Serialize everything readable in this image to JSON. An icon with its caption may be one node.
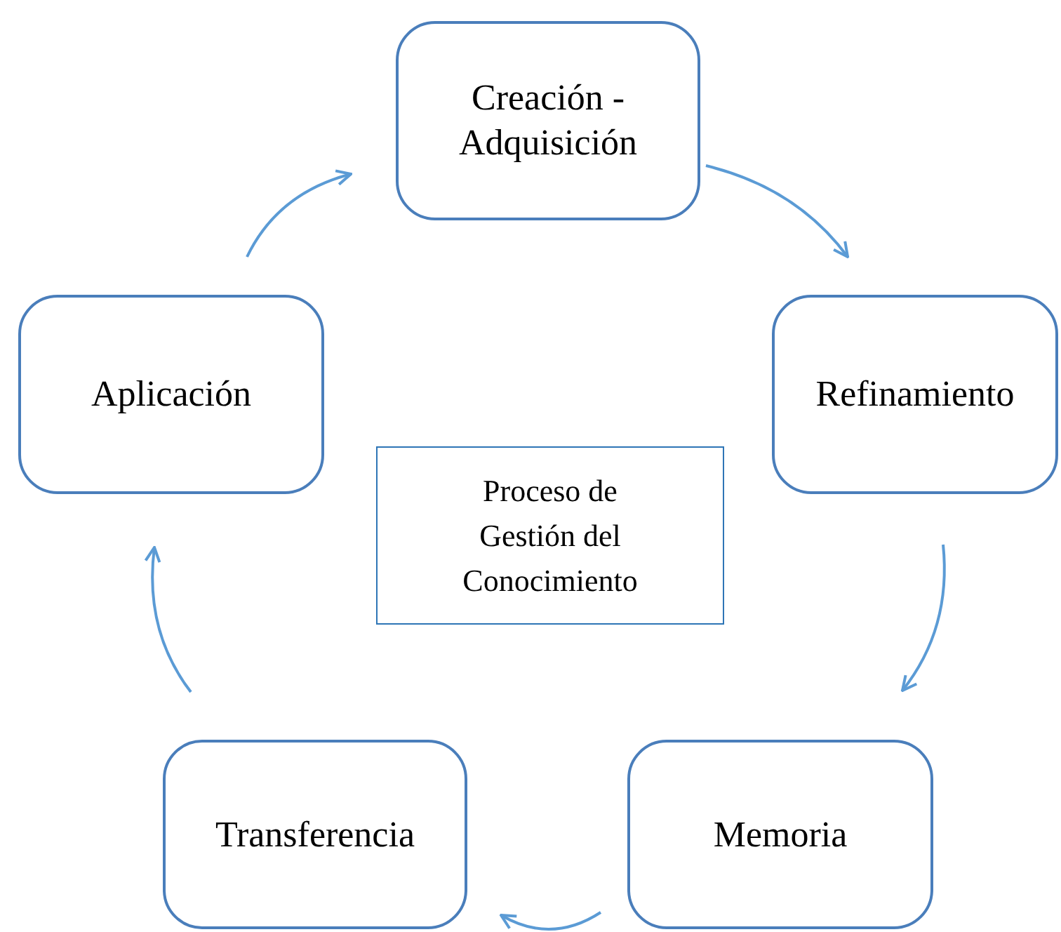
{
  "diagram": {
    "nodes": [
      {
        "text": [
          "Creación - Adquisición"
        ]
      },
      {
        "text": [
          "Refinamiento"
        ]
      },
      {
        "text": [
          "Memoria"
        ]
      },
      {
        "text": [
          "Transferencia"
        ]
      },
      {
        "text": [
          "Aplicación"
        ]
      },
      {
        "text": [
          "Proceso de Gestión del Conocimiento"
        ]
      }
    ],
    "edges": [
      {
        "from": 0,
        "to": 1,
        "arrow": "to"
      },
      {
        "from": 1,
        "to": 2,
        "arrow": "to"
      },
      {
        "from": 2,
        "to": 3,
        "arrow": "to"
      },
      {
        "from": 3,
        "to": 4,
        "arrow": "to"
      },
      {
        "from": 4,
        "to": 0,
        "arrow": "to"
      }
    ]
  }
}
